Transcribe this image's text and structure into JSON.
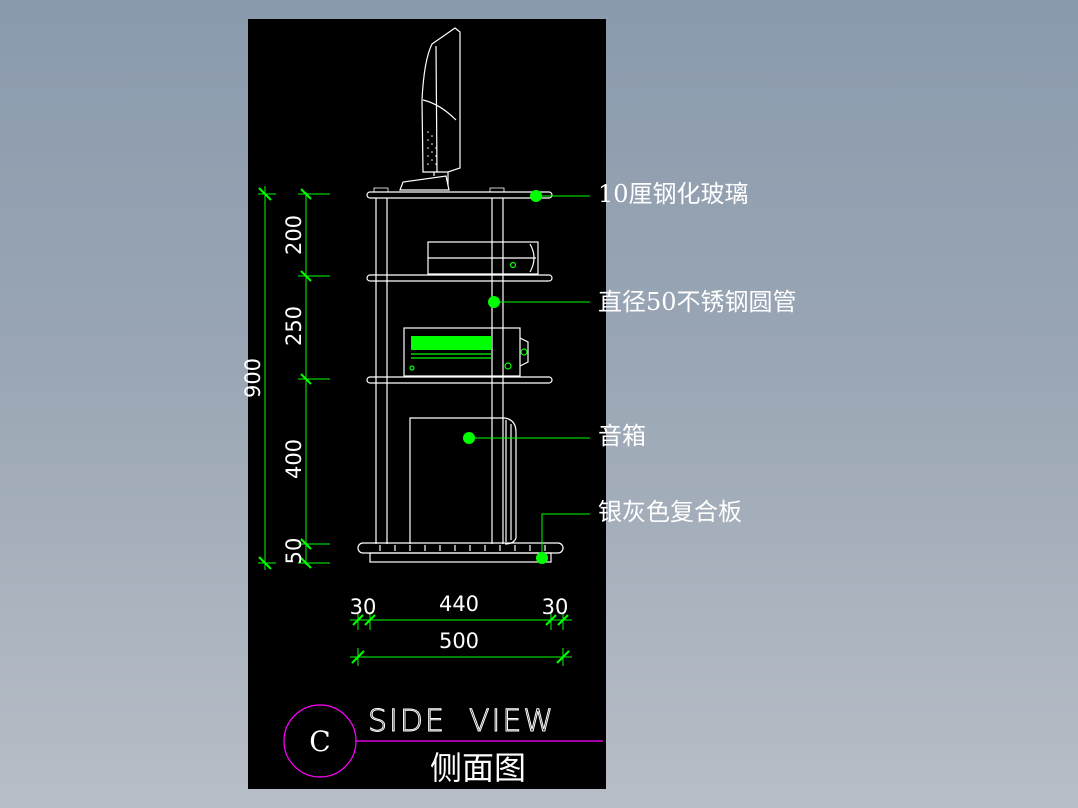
{
  "colors": {
    "background_top": "#8a9aad",
    "sheet": "#000000",
    "outline": "#ffffff",
    "dimension": "#00ff00",
    "leader": "#00ff00",
    "title_line": "#ff00ff"
  },
  "dimensions": {
    "vertical": [
      {
        "value": "200",
        "label": "200"
      },
      {
        "value": "250",
        "label": "250"
      },
      {
        "value": "400",
        "label": "400"
      },
      {
        "value": "50",
        "label": "50"
      }
    ],
    "overall_vertical": "900",
    "horizontal_top": {
      "left": "30",
      "middle": "440",
      "right": "30"
    },
    "overall_horizontal": "500"
  },
  "callouts": [
    {
      "text": "10厘钢化玻璃"
    },
    {
      "text": "直径50不锈钢圆管"
    },
    {
      "text": "音箱"
    },
    {
      "text": "银灰色复合板"
    }
  ],
  "title": {
    "bubble_letter": "C",
    "english": "SIDE  VIEW",
    "chinese": "侧面图"
  }
}
